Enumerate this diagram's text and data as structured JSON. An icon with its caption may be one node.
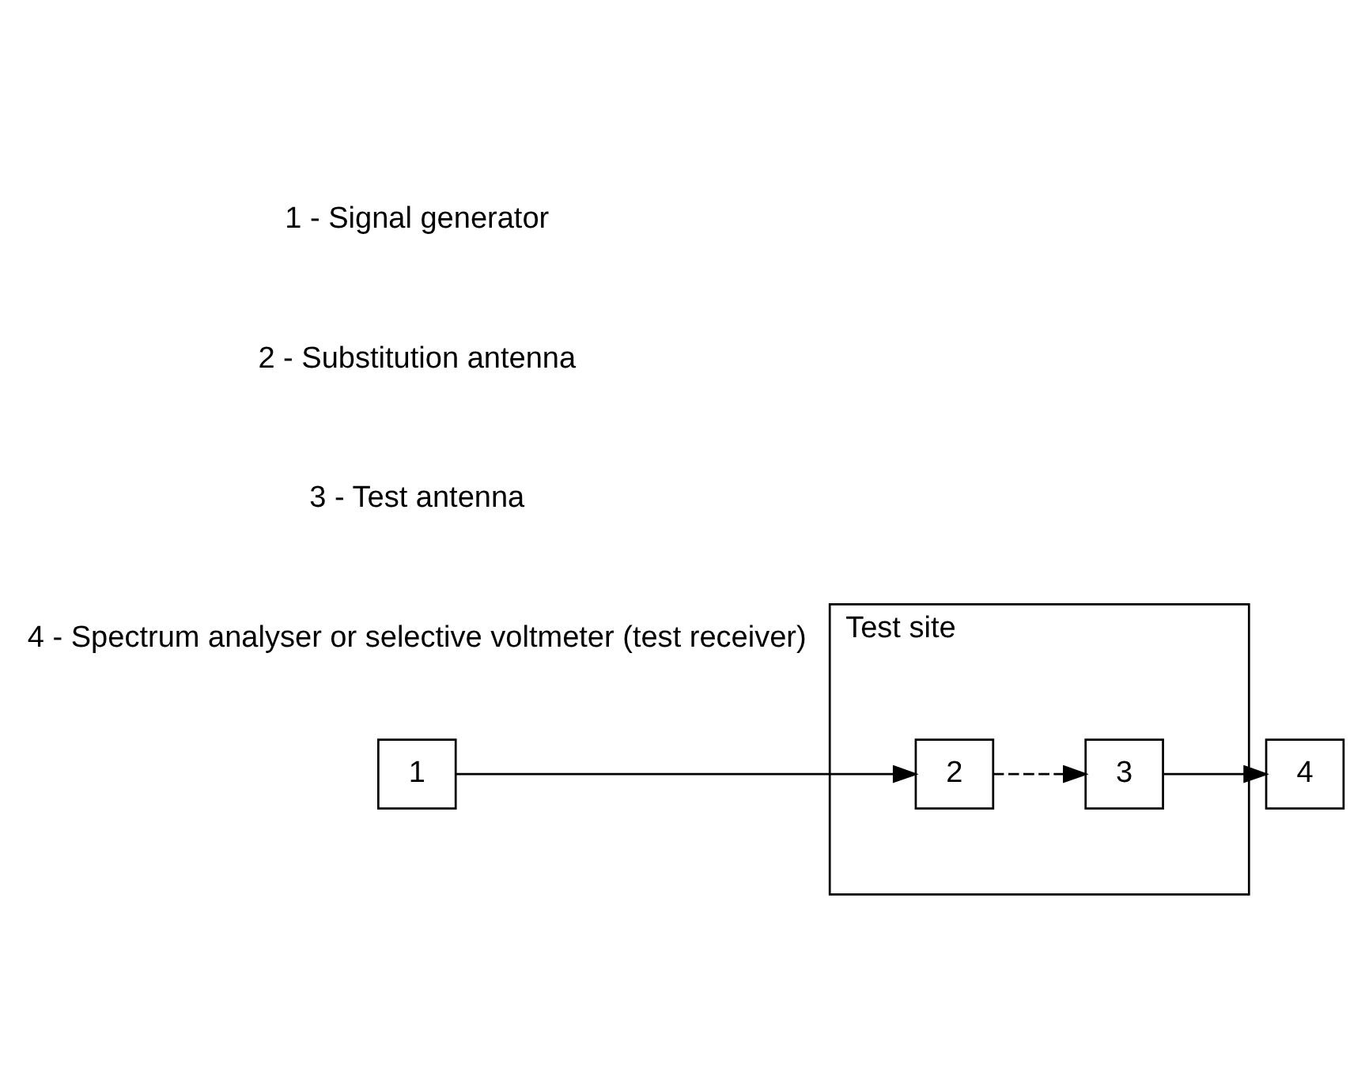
{
  "diagram": {
    "nodes": [
      {
        "text": [
          "Test site"
        ]
      },
      {
        "text": [
          "1"
        ]
      },
      {
        "text": [
          "2"
        ],
        "in": 0
      },
      {
        "text": [
          "3"
        ],
        "in": 0
      },
      {
        "text": [
          "4"
        ]
      }
    ],
    "edges": [
      {
        "from": 1,
        "to": 2,
        "arrow": "to"
      },
      {
        "from": 2,
        "to": 3,
        "arrow": "to",
        "style": "dashed"
      },
      {
        "from": 3,
        "to": 4,
        "arrow": "to"
      }
    ],
    "labels": [
      "1 - Signal generator",
      "2 - Substitution antenna",
      "3 - Test antenna",
      "4 - Spectrum analyser or selective voltmeter (test receiver)"
    ]
  }
}
